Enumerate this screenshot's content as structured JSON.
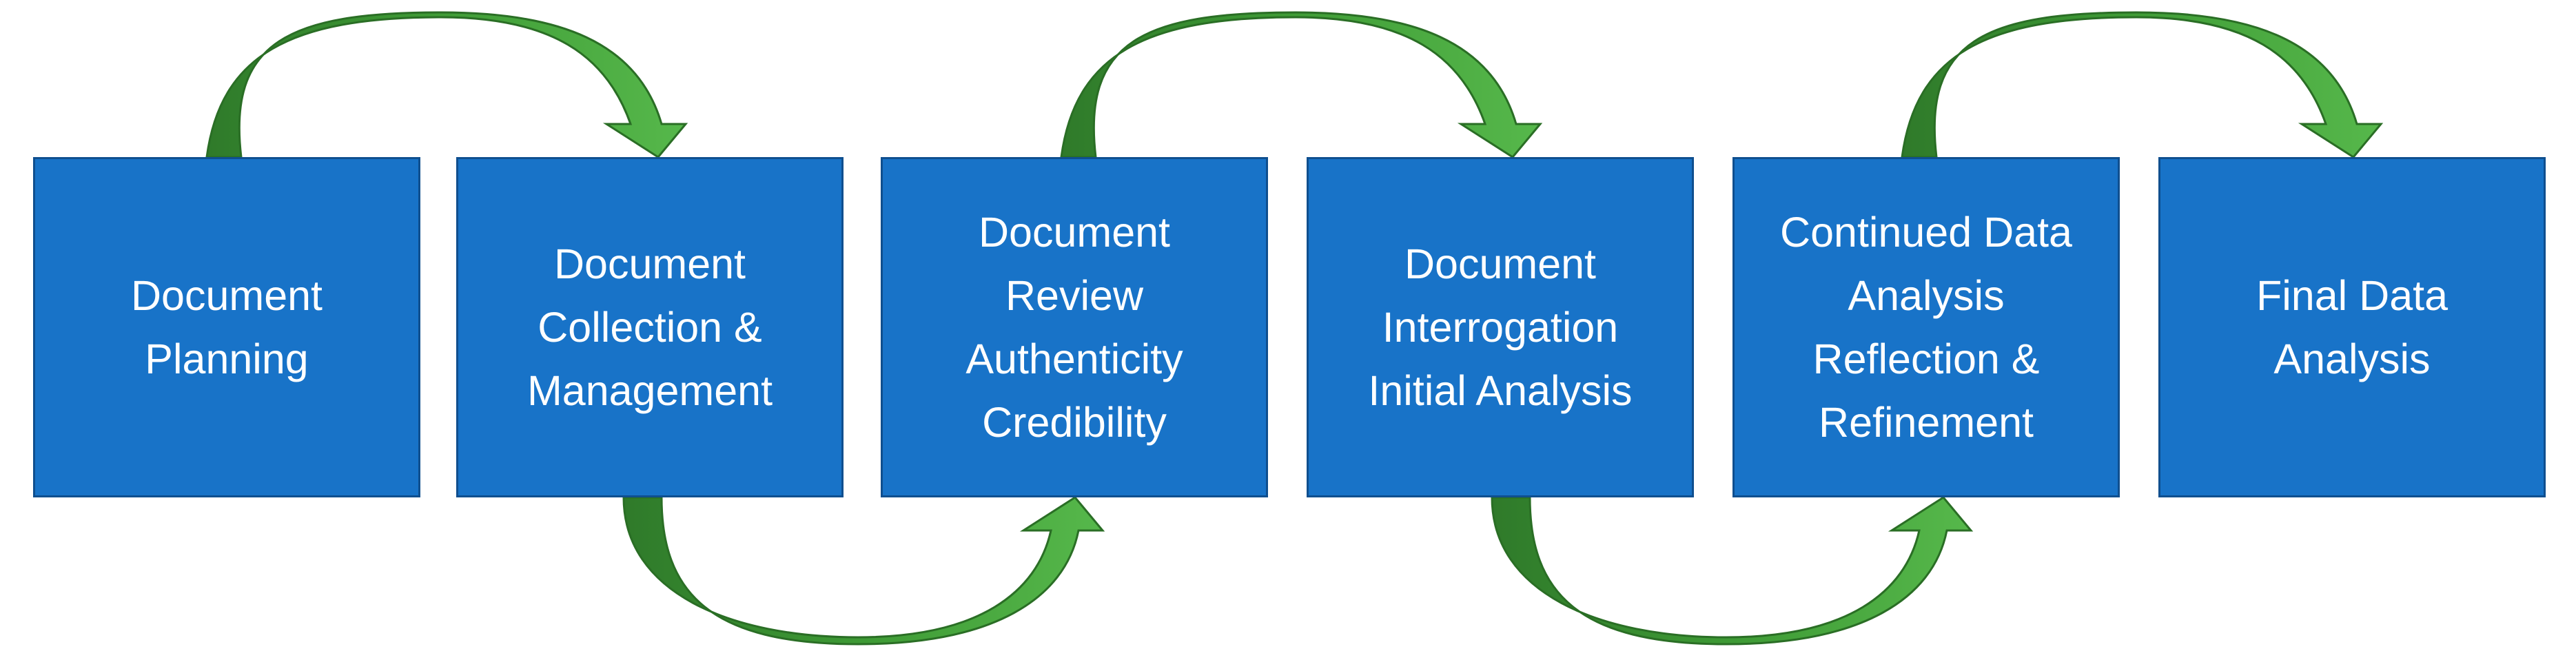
{
  "steps": [
    "Document\nPlanning",
    "Document\nCollection &\nManagement",
    "Document\nReview\nAuthenticity\nCredibility",
    "Document\nInterrogation\nInitial Analysis",
    "Continued Data\nAnalysis\nReflection &\nRefinement",
    "Final Data\nAnalysis"
  ],
  "colors": {
    "box_fill": "#1873c8",
    "box_border": "#0f4f8f",
    "arrow_light": "#4cb043",
    "arrow_dark": "#2f7a2a"
  }
}
